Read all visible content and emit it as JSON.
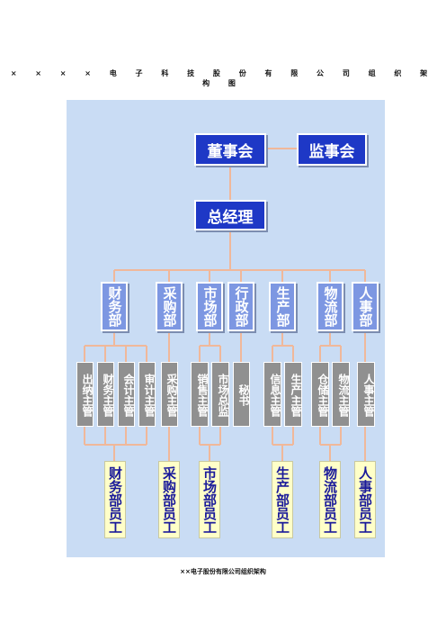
{
  "title": "× × × × 电 子 科 技 股 份 有 限 公 司 组 织 架 构 图",
  "caption": "××电子股份有限公司组织架构",
  "colors": {
    "background": "#c9dcf4",
    "top_box": "#1e38c6",
    "dept_box": "#7d97e2",
    "manager_box": "#909090",
    "staff_box": "#ffffc8",
    "connector": "#f0b89a"
  },
  "board": "董事会",
  "supervisors": "监事会",
  "general_manager": "总经理",
  "departments": [
    "财务部",
    "采购部",
    "市场部",
    "行政部",
    "生产部",
    "物流部",
    "人事部"
  ],
  "managers": [
    "出纳主管",
    "财务主管",
    "会计主管",
    "审计主管",
    "采购主管",
    "销售主管",
    "市场总监",
    "秘书",
    "信息主管",
    "生产主管",
    "仓储主管",
    "物流主管",
    "人事主管"
  ],
  "staff": [
    "财务部员工",
    "采购部员工",
    "市场部员工",
    "生产部员工",
    "物流部员工",
    "人事部员工"
  ]
}
